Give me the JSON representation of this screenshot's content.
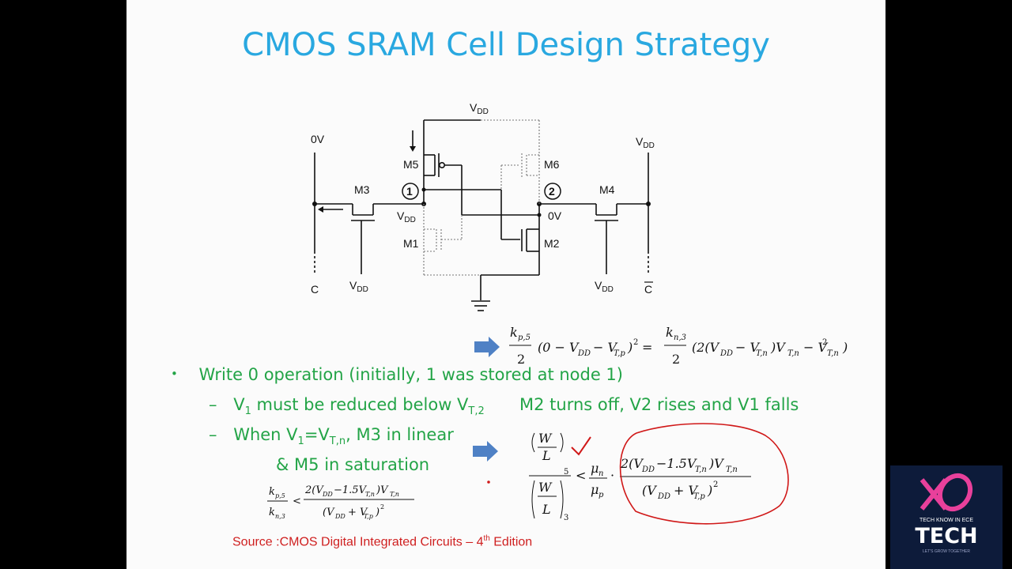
{
  "slide": {
    "title": "CMOS SRAM Cell Design Strategy",
    "bullets": {
      "main": "Write 0 operation (initially, 1 was stored at node 1)",
      "sub1_pre": "V",
      "sub1_sub": "1",
      "sub1_mid": " must be reduced below V",
      "sub1_sub2": "T,2",
      "sub1_post": "M2 turns off, V2 rises and V1 falls",
      "sub2_pre": "When V",
      "sub2_sub": "1",
      "sub2_mid": "=V",
      "sub2_sub2": "T,n",
      "sub2_post": ", M3 in linear",
      "sub2_line2": "& M5 in saturation",
      "bullet_dot": "•",
      "dash": "–"
    },
    "source": "Source :CMOS Digital Integrated Circuits – 4",
    "source_sup": "th",
    "source_tail": " Edition"
  },
  "circuit": {
    "left_top": "0V",
    "vdd": "V",
    "dd": "DD",
    "m1": "M1",
    "m2": "M2",
    "m3": "M3",
    "m4": "M4",
    "m5": "M5",
    "m6": "M6",
    "node1": "1",
    "node2": "2",
    "node2_val": "0V",
    "c": "C",
    "c_bar": "C"
  },
  "colors": {
    "title": "#29a8e0",
    "bullet_text": "#23a447",
    "source_text": "#cf1f1f",
    "arrow": "#4f81c5",
    "annotation": "#d01818"
  },
  "logo": {
    "word": "TECH",
    "tagline": "TECH KNOW IN ECE",
    "sub": "LET'S GROW TOGETHER"
  }
}
